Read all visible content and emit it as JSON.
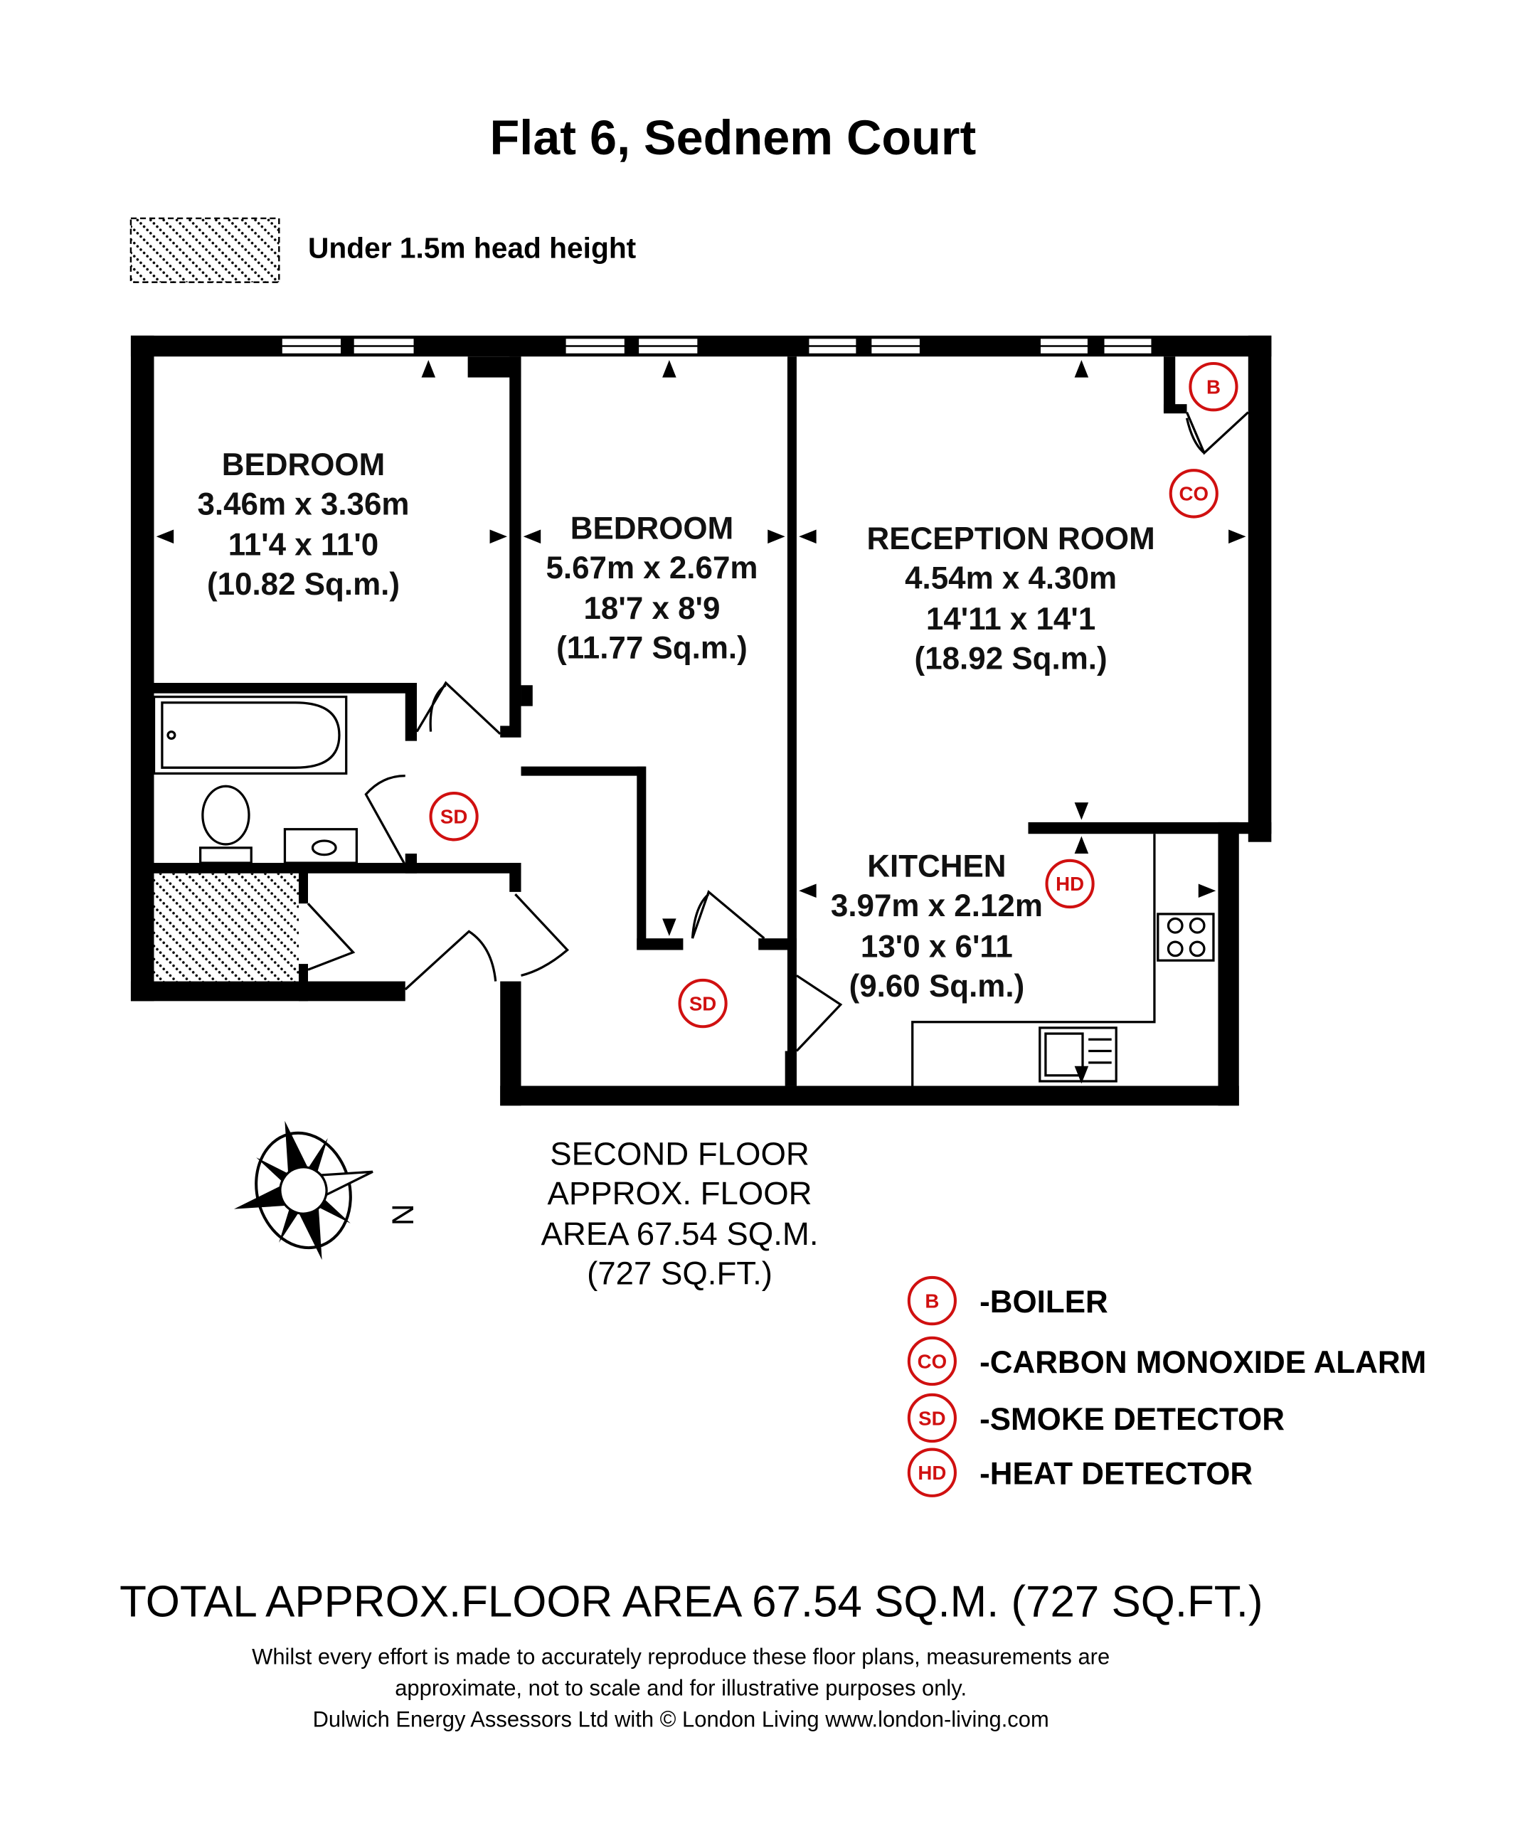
{
  "title": "Flat 6, Sednem Court",
  "key": {
    "hatch_label": "Under 1.5m head height"
  },
  "rooms": [
    {
      "name": "BEDROOM",
      "metric": "3.46m x 3.36m",
      "imperial": "11'4 x 11'0",
      "area": "(10.82 Sq.m.)"
    },
    {
      "name": "BEDROOM",
      "metric": "5.67m x 2.67m",
      "imperial": "18'7 x 8'9",
      "area": "(11.77 Sq.m.)"
    },
    {
      "name": "RECEPTION ROOM",
      "metric": "4.54m x 4.30m",
      "imperial": "14'11 x 14'1",
      "area": "(18.92 Sq.m.)"
    },
    {
      "name": "KITCHEN",
      "metric": "3.97m x 2.12m",
      "imperial": "13'0 x 6'11",
      "area": "(9.60 Sq.m.)"
    }
  ],
  "symbols": {
    "boiler": "B",
    "co": "CO",
    "sd": "SD",
    "hd": "HD"
  },
  "compass": {
    "label": "N"
  },
  "floor": {
    "line1": "SECOND FLOOR",
    "line2": "APPROX. FLOOR",
    "line3": "AREA 67.54 SQ.M.",
    "line4": "(727 SQ.FT.)"
  },
  "legend": [
    {
      "symbol": "B",
      "label": "-BOILER"
    },
    {
      "symbol": "CO",
      "label": "-CARBON MONOXIDE ALARM"
    },
    {
      "symbol": "SD",
      "label": "-SMOKE DETECTOR"
    },
    {
      "symbol": "HD",
      "label": "-HEAT DETECTOR"
    }
  ],
  "total": "TOTAL APPROX.FLOOR AREA 67.54 SQ.M. (727 SQ.FT.)",
  "disclaimer": {
    "line1": "Whilst every effort is made to accurately reproduce these floor plans, measurements are",
    "line2": "approximate, not to scale and for illustrative purposes only.",
    "line3": "Dulwich Energy Assessors Ltd with © London Living www.london-living.com"
  },
  "colors": {
    "accent": "#d01010",
    "wall": "#000000"
  }
}
